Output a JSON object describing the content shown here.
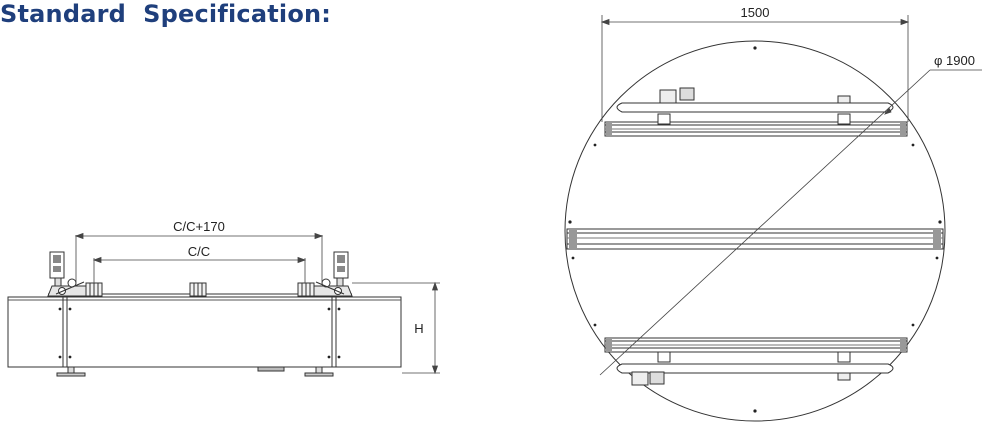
{
  "page": {
    "title": "Standard  Specification:"
  },
  "side_view": {
    "dim_outer_label": "C/C+170",
    "dim_inner_label": "C/C",
    "dim_height_label": "H"
  },
  "top_view": {
    "dim_width_label": "1500",
    "dim_diameter_label": "φ 1900"
  }
}
